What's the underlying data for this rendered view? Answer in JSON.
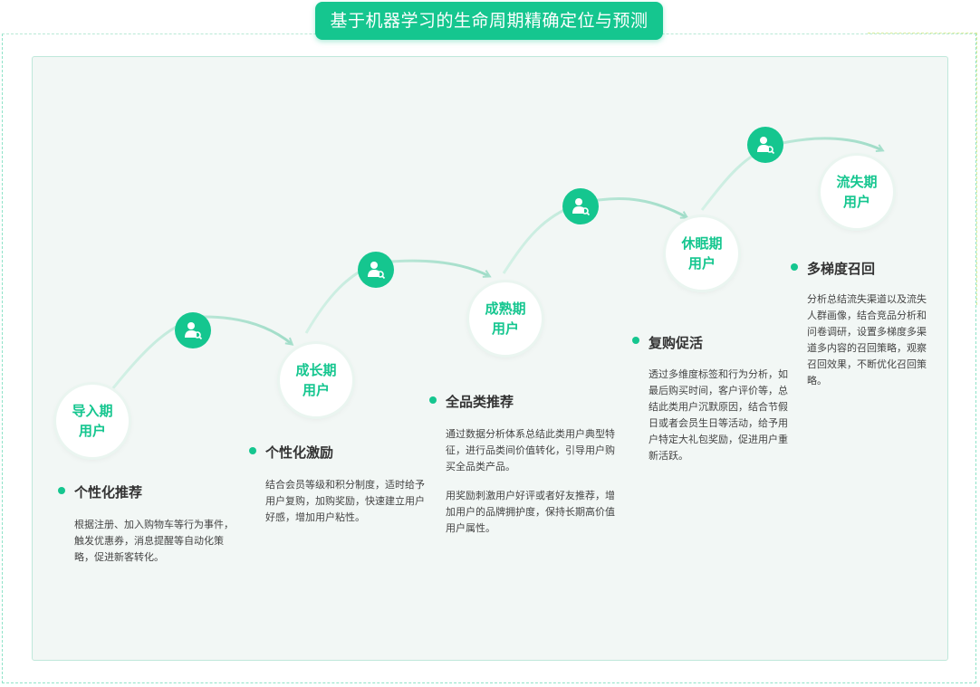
{
  "title": "基于机器学习的生命周期精确定位与预测",
  "colors": {
    "accent": "#15c68f",
    "panel": "#f2f7f5",
    "text": "#333333"
  },
  "icon": "user-search-icon",
  "stages": [
    {
      "label": "导入期\n用户"
    },
    {
      "label": "成长期\n用户"
    },
    {
      "label": "成熟期\n用户"
    },
    {
      "label": "休眠期\n用户"
    },
    {
      "label": "流失期\n用户"
    }
  ],
  "features": [
    {
      "title": "个性化推荐",
      "paragraphs": [
        "根据注册、加入购物车等行为事件，触发优惠券，消息提醒等自动化策略，促进新客转化。"
      ]
    },
    {
      "title": "个性化激励",
      "paragraphs": [
        "结合会员等级和积分制度，适时给予用户复购，加购奖励，快速建立用户好感，增加用户粘性。"
      ]
    },
    {
      "title": "全品类推荐",
      "paragraphs": [
        "通过数据分析体系总结此类用户典型特征，进行品类间价值转化，引导用户购买全品类产品。",
        "用奖励刺激用户好评或者好友推荐，增加用户的品牌拥护度，保持长期高价值用户属性。"
      ]
    },
    {
      "title": "复购促活",
      "paragraphs": [
        "透过多维度标签和行为分析，如最后购买时间，客户评价等，总结此类用户沉默原因，结合节假日或者会员生日等活动，给予用户特定大礼包奖励，促进用户重新活跃。"
      ]
    },
    {
      "title": "多梯度召回",
      "paragraphs": [
        "分析总结流失渠道以及流失人群画像，结合竞品分析和问卷调研，设置多梯度多渠道多内容的召回策略，观察召回效果，不断优化召回策略。"
      ]
    }
  ]
}
